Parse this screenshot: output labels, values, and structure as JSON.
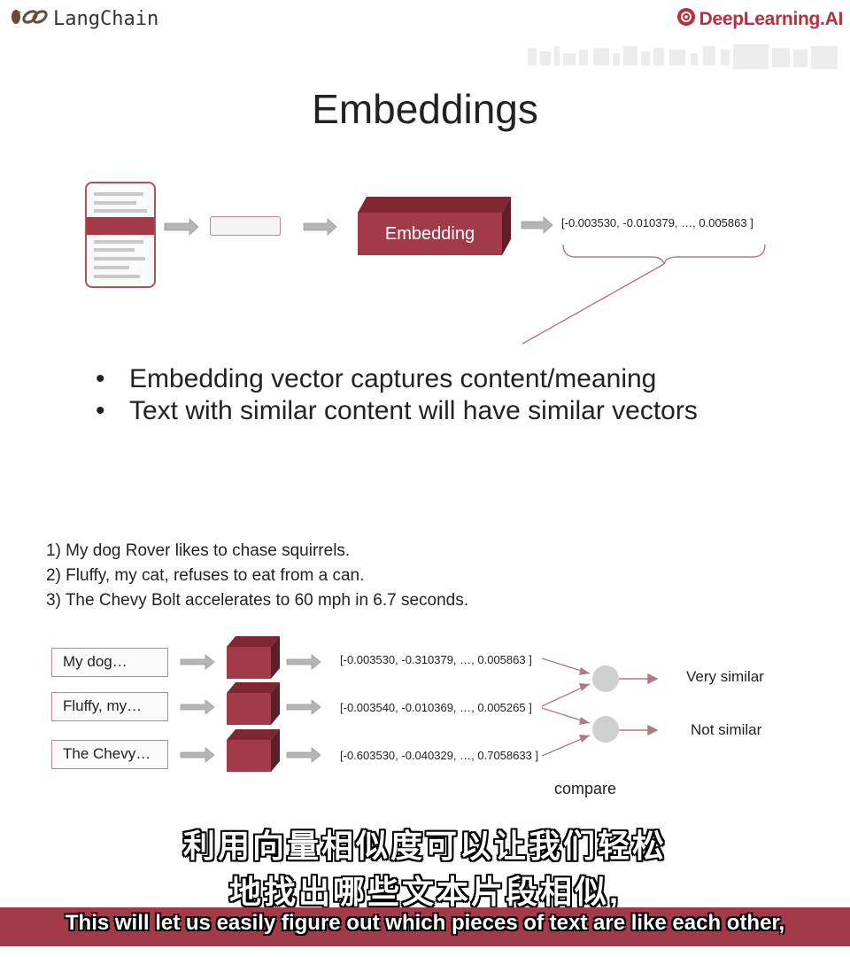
{
  "header": {
    "left_logo": "LangChain",
    "right_logo": "DeepLearning.AI"
  },
  "slide": {
    "title": "Embeddings",
    "embedding_box_label": "Embedding",
    "top_vector": "[-0.003530, -0.010379, …, 0.005863 ]",
    "bullets": [
      "Embedding vector captures content/meaning",
      "Text with similar content will have similar vectors"
    ],
    "examples": [
      "1) My dog Rover likes to chase squirrels.",
      "2) Fluffy, my cat, refuses to eat from a can.",
      "3) The Chevy Bolt accelerates to 60 mph in 6.7 seconds."
    ],
    "rows": [
      {
        "input": "My dog…",
        "vector": "[-0.003530, -0.310379, …, 0.005863 ]"
      },
      {
        "input": "Fluffy, my…",
        "vector": "[-0.003540, -0.010369, …, 0.005265 ]"
      },
      {
        "input": "The Chevy…",
        "vector": "[-0.603530, -0.040329, …, 0.7058633 ]"
      }
    ],
    "results": [
      "Very similar",
      "Not similar"
    ],
    "compare_label": "compare"
  },
  "subtitles": {
    "zh_line1": "利用向量相似度可以让我们轻松",
    "zh_line2": "地找出哪些文本片段相似,",
    "en": "This will let us easily figure out which pieces of text are like each other,"
  },
  "colors": {
    "accent": "#a33a49",
    "arrow_gray": "#b5b5b5",
    "circle_gray": "#cfcfcf"
  }
}
